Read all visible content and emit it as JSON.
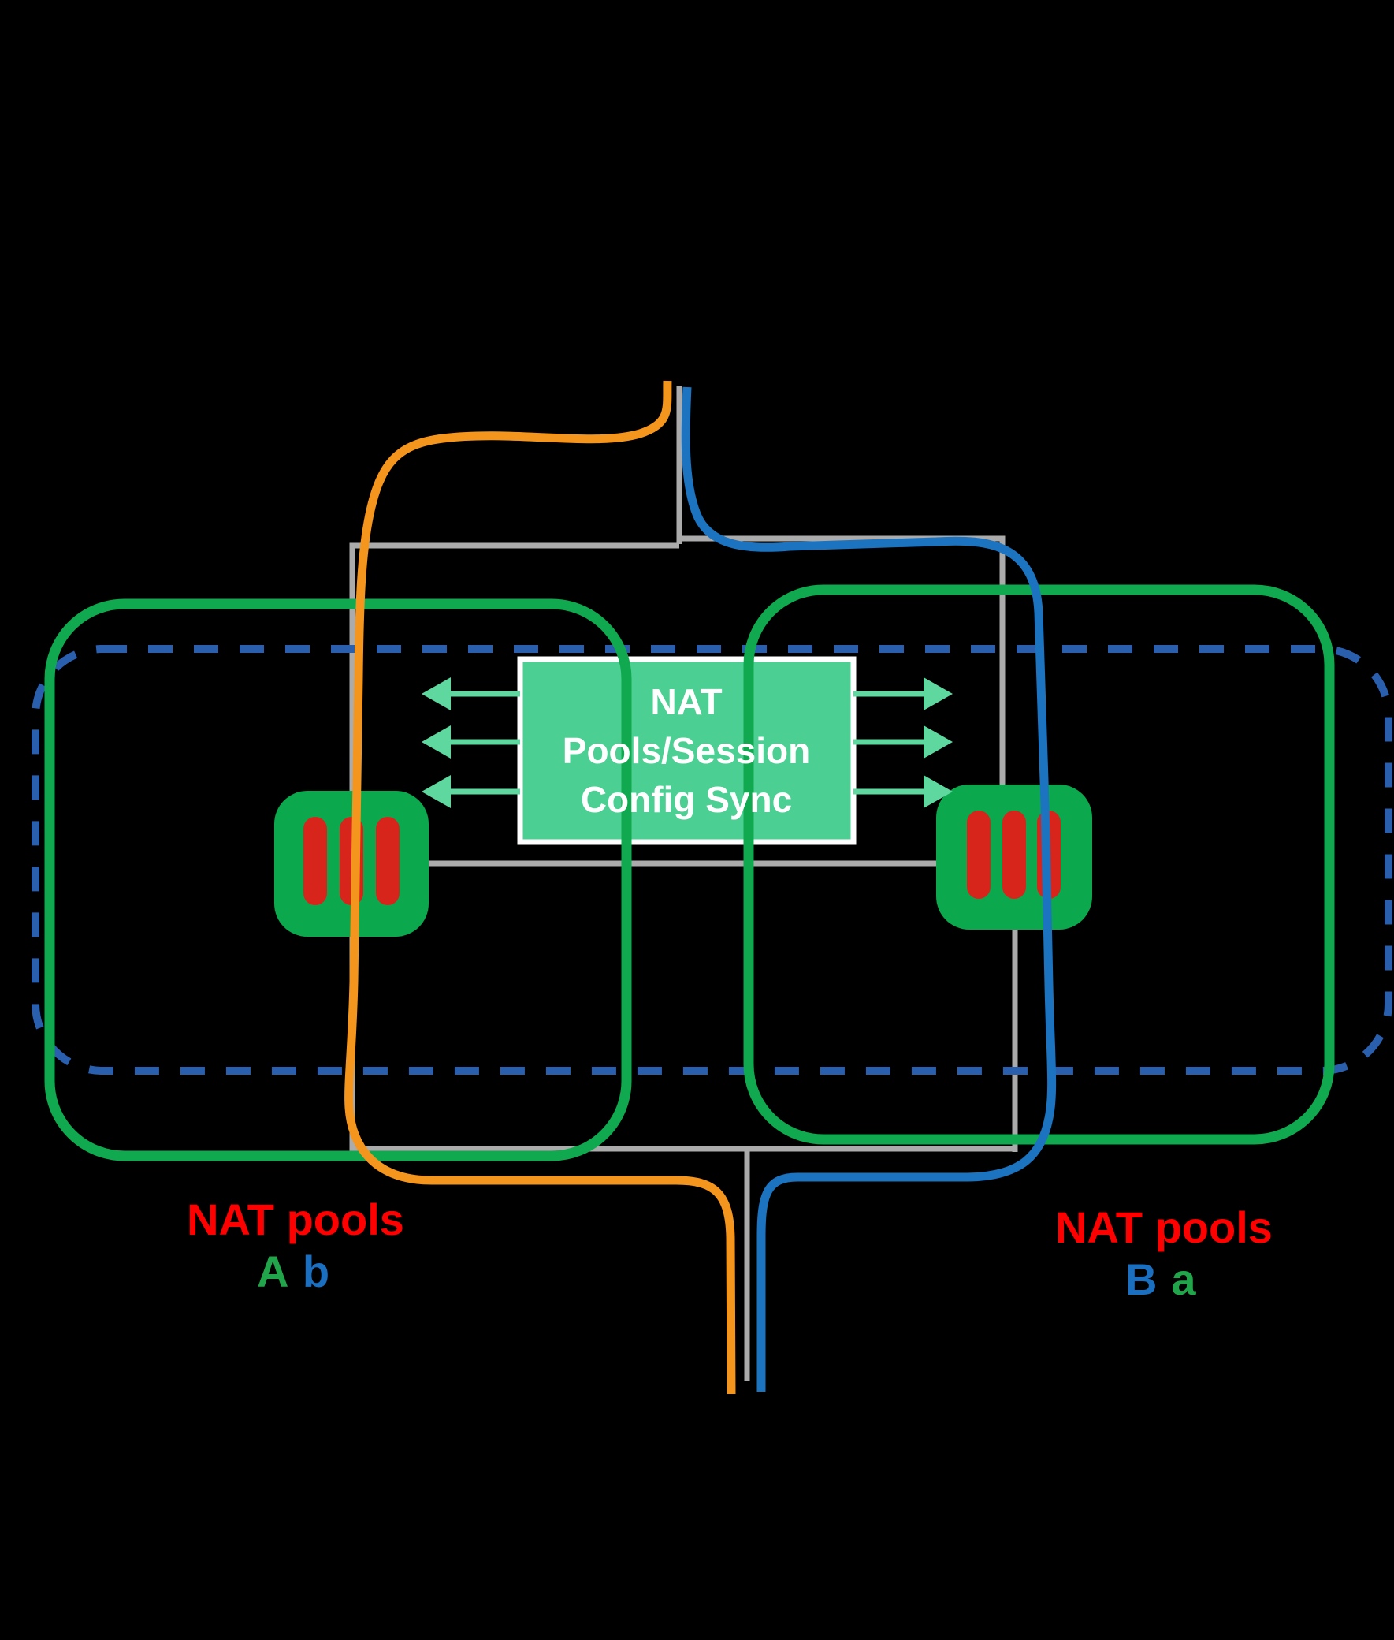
{
  "colors": {
    "background": "#000000",
    "gray_link": "#ABABAB",
    "dashed_blue": "#2A5FAE",
    "green_rect": "#10A94F",
    "green_icon": "#0BA84D",
    "red_bar": "#D8251C",
    "mint_box_fill": "#4CCF93",
    "mint_arrow": "#5FD8A0",
    "white": "#FFFFFF",
    "orange_flow": "#F4961D",
    "blue_flow": "#1C74C0",
    "label_red": "#FF0000",
    "label_green": "#21A54A",
    "label_blue": "#1B6FC0"
  },
  "sync_box": {
    "lines": [
      "NAT",
      "Pools/Session",
      "Config Sync"
    ]
  },
  "labels": {
    "left": {
      "title": "NAT pools",
      "letters": [
        "A",
        "b"
      ]
    },
    "right": {
      "title": "NAT pools",
      "letters": [
        "B",
        "a"
      ]
    }
  }
}
